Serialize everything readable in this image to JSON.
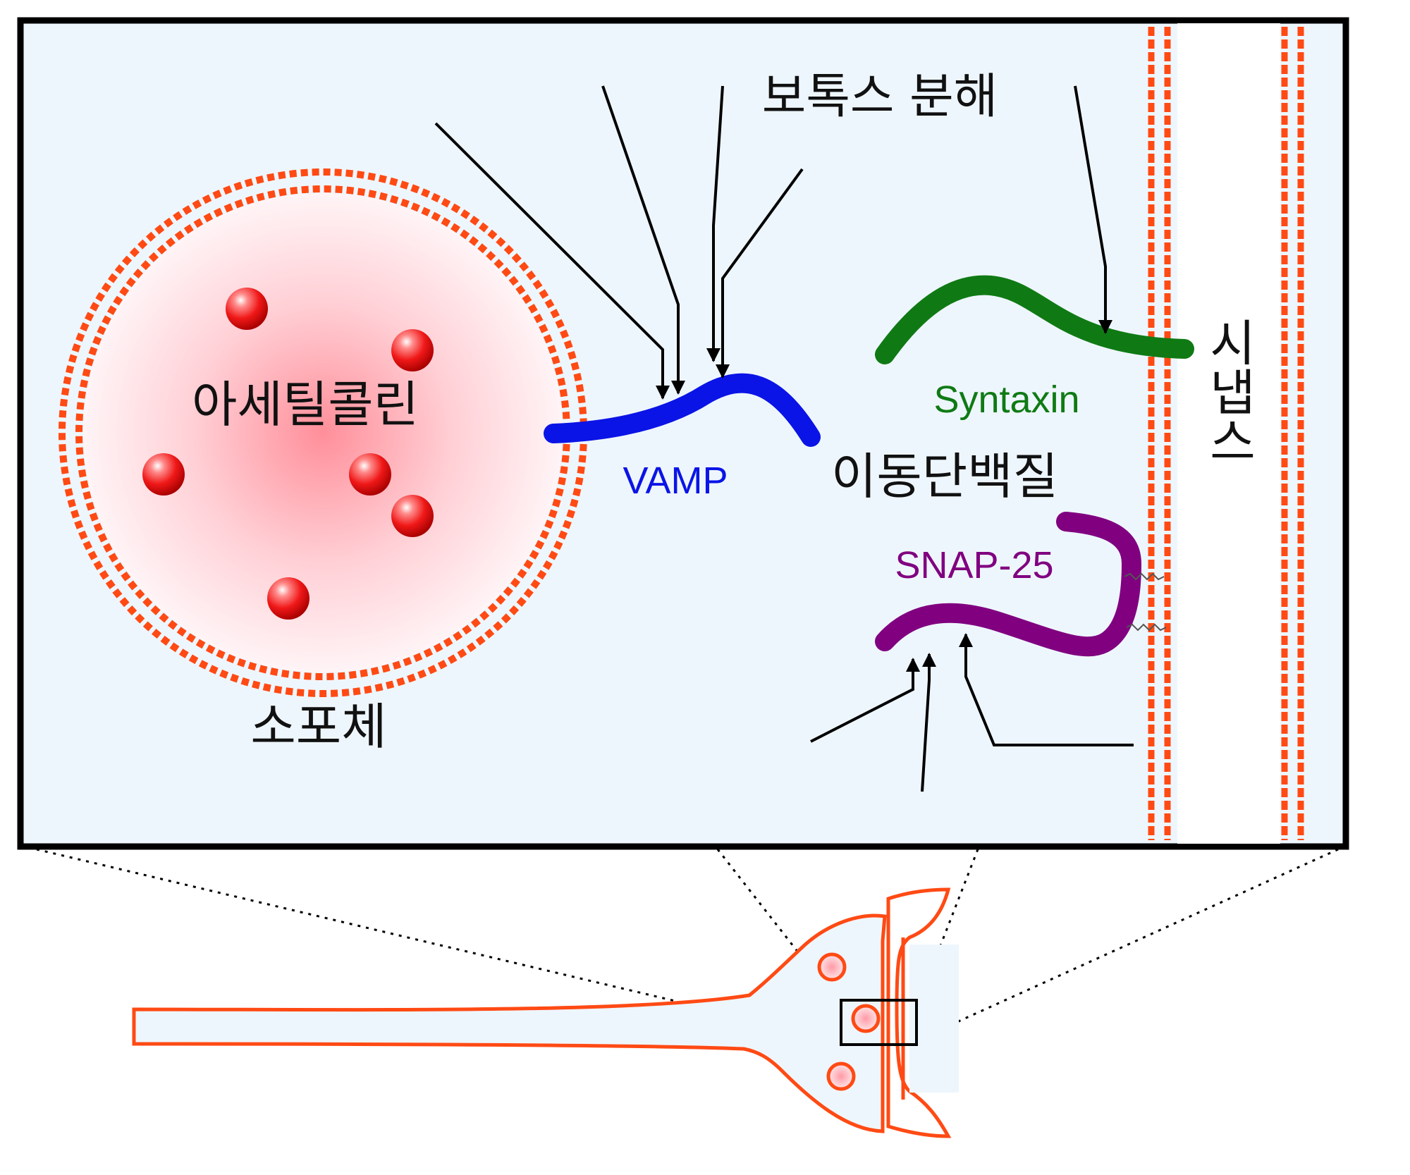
{
  "labels": {
    "botox": "보톡스 분해",
    "acetylcholine": "아세틸콜린",
    "vesicle": "소포체",
    "vamp": "VAMP",
    "syntaxin": "Syntaxin",
    "transport_protein": "이동단백질",
    "snap25": "SNAP-25",
    "synapse": "시냅스"
  },
  "colors": {
    "background": "#eef6fd",
    "membrane": "#ff4a14",
    "vamp": "#0a14e6",
    "syntaxin": "#0f7a14",
    "snap25": "#800080",
    "neurotransmitter": "#e81010",
    "arrow": "#000000"
  }
}
